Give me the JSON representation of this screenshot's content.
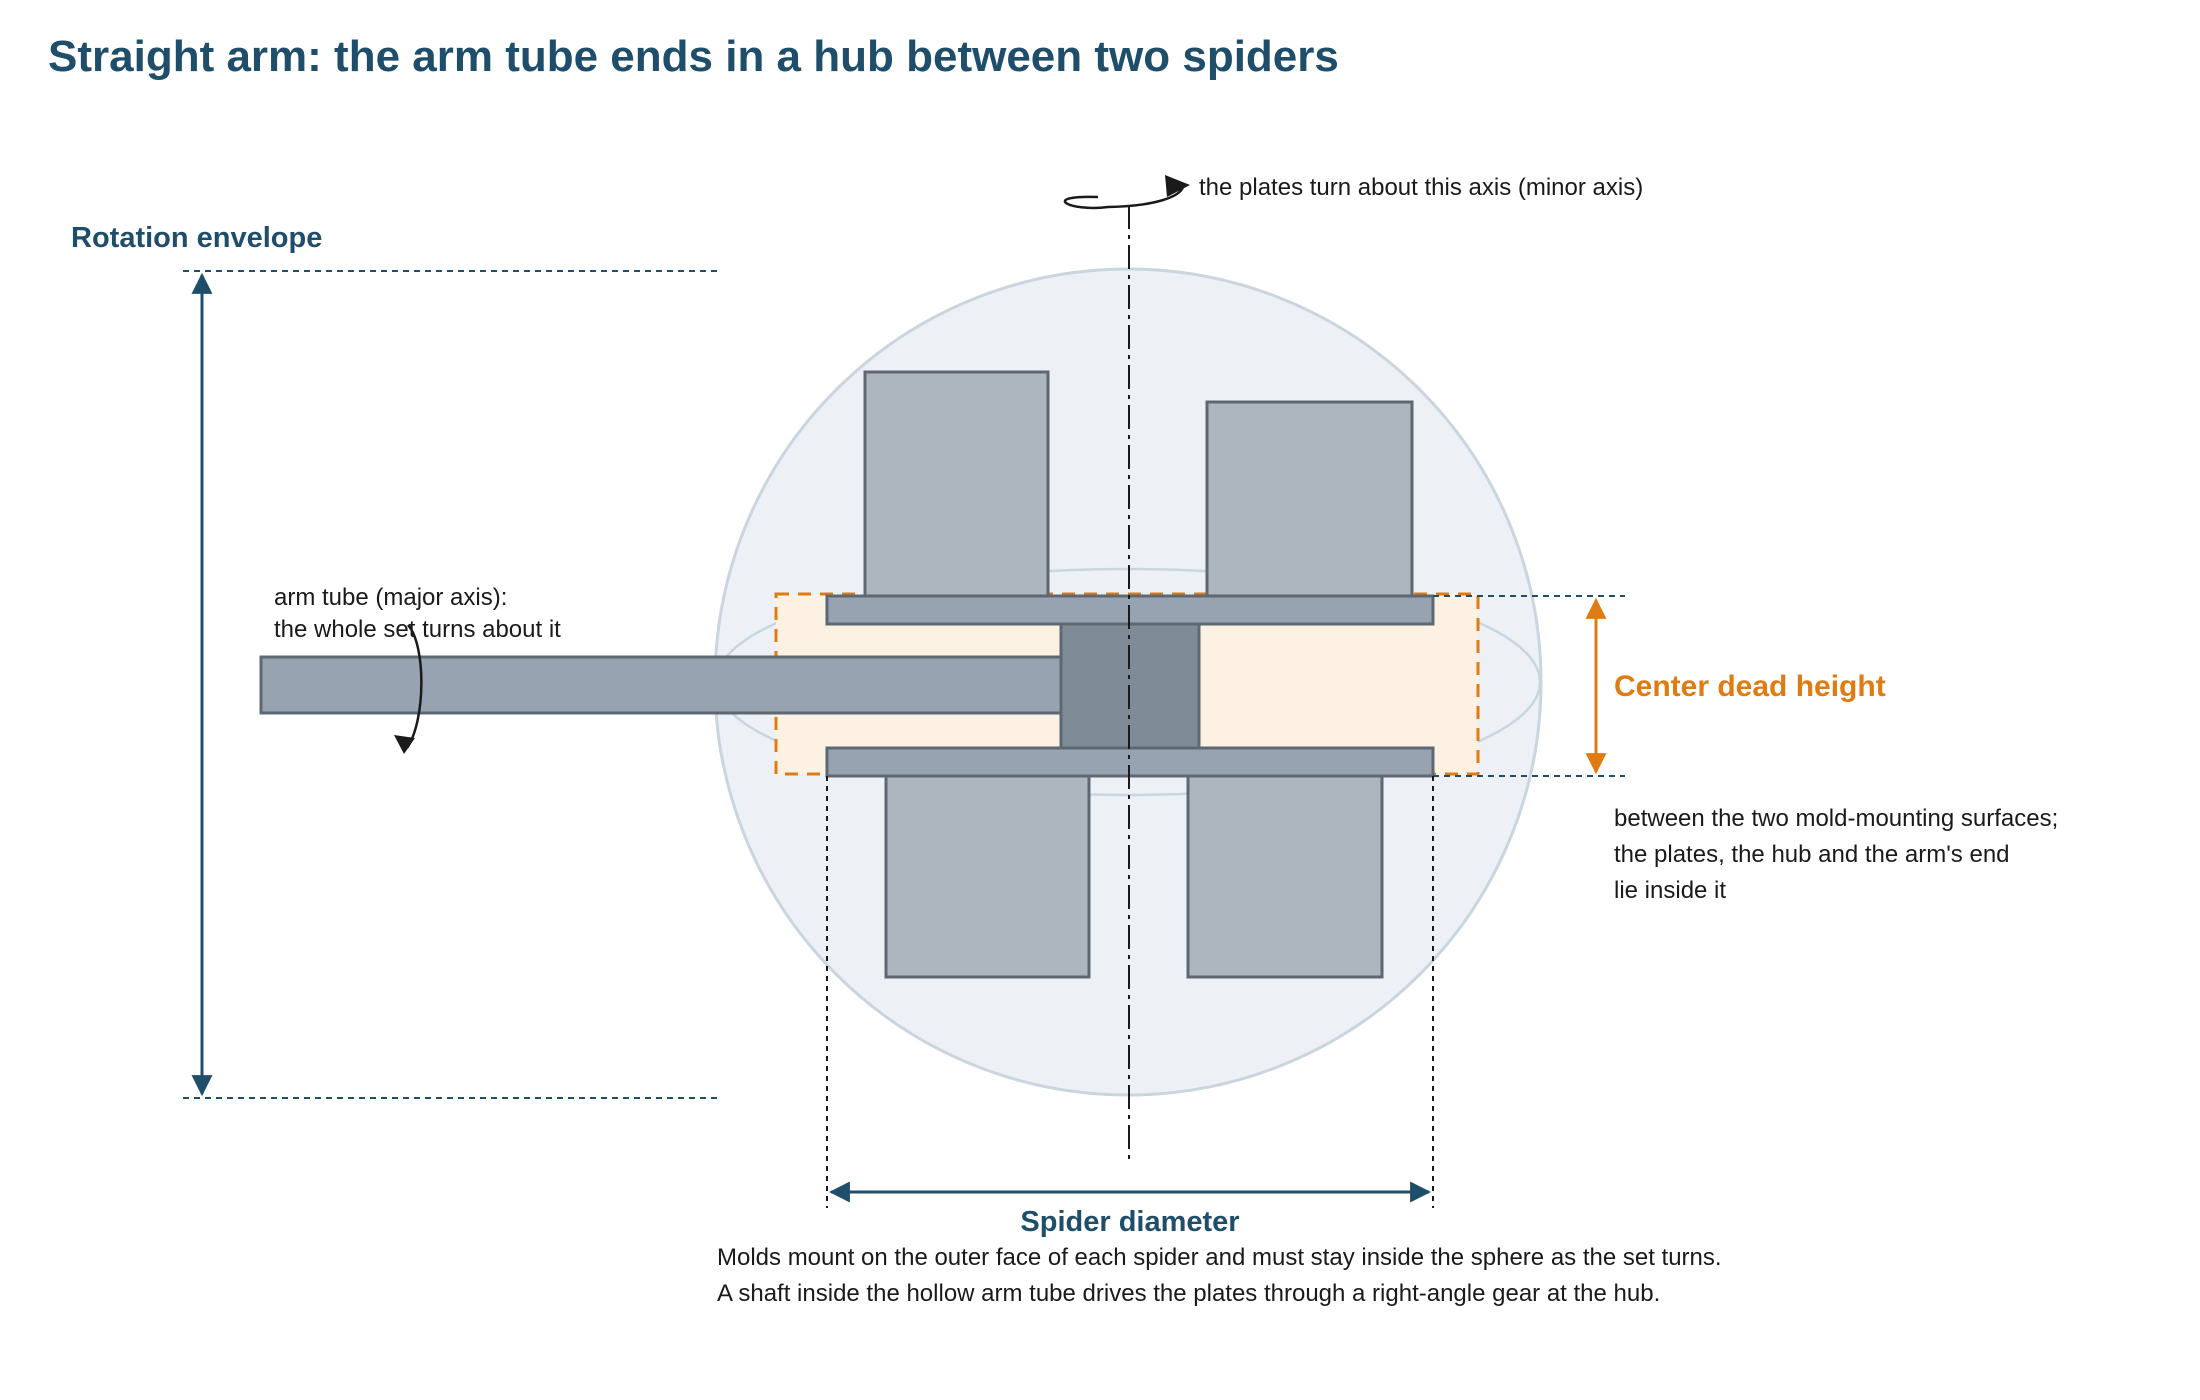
{
  "title": "Straight arm: the arm tube ends in a hub between two spiders",
  "labels": {
    "rotation_envelope": "Rotation envelope",
    "minor_axis": "the plates turn about this axis (minor axis)",
    "arm_tube_line1": "arm tube (major axis):",
    "arm_tube_line2": "the whole set turns about it",
    "center_dead_height": "Center dead height",
    "cdh_note_line1": "between the two mold-mounting surfaces;",
    "cdh_note_line2": "the plates, the hub and the arm's end",
    "cdh_note_line3": "lie inside it",
    "spider_diameter": "Spider diameter",
    "bottom_note_line1": "Molds mount on the outer face of each spider and must stay inside the sphere as the set turns.",
    "bottom_note_line2": "A shaft inside the hollow arm tube drives the plates through a right-angle gear at the hub."
  },
  "colors": {
    "title": "#1f4e6b",
    "dimension": "#1f4e6b",
    "accent_orange": "#e07b12",
    "sphere_fill": "#edf1f5",
    "sphere_stroke": "#c9d5df",
    "mold": "#adb5be",
    "plate": "#97a3b0",
    "hub": "#7f8c97",
    "outline": "#5d6873",
    "zone_fill": "#fcf1e2"
  }
}
